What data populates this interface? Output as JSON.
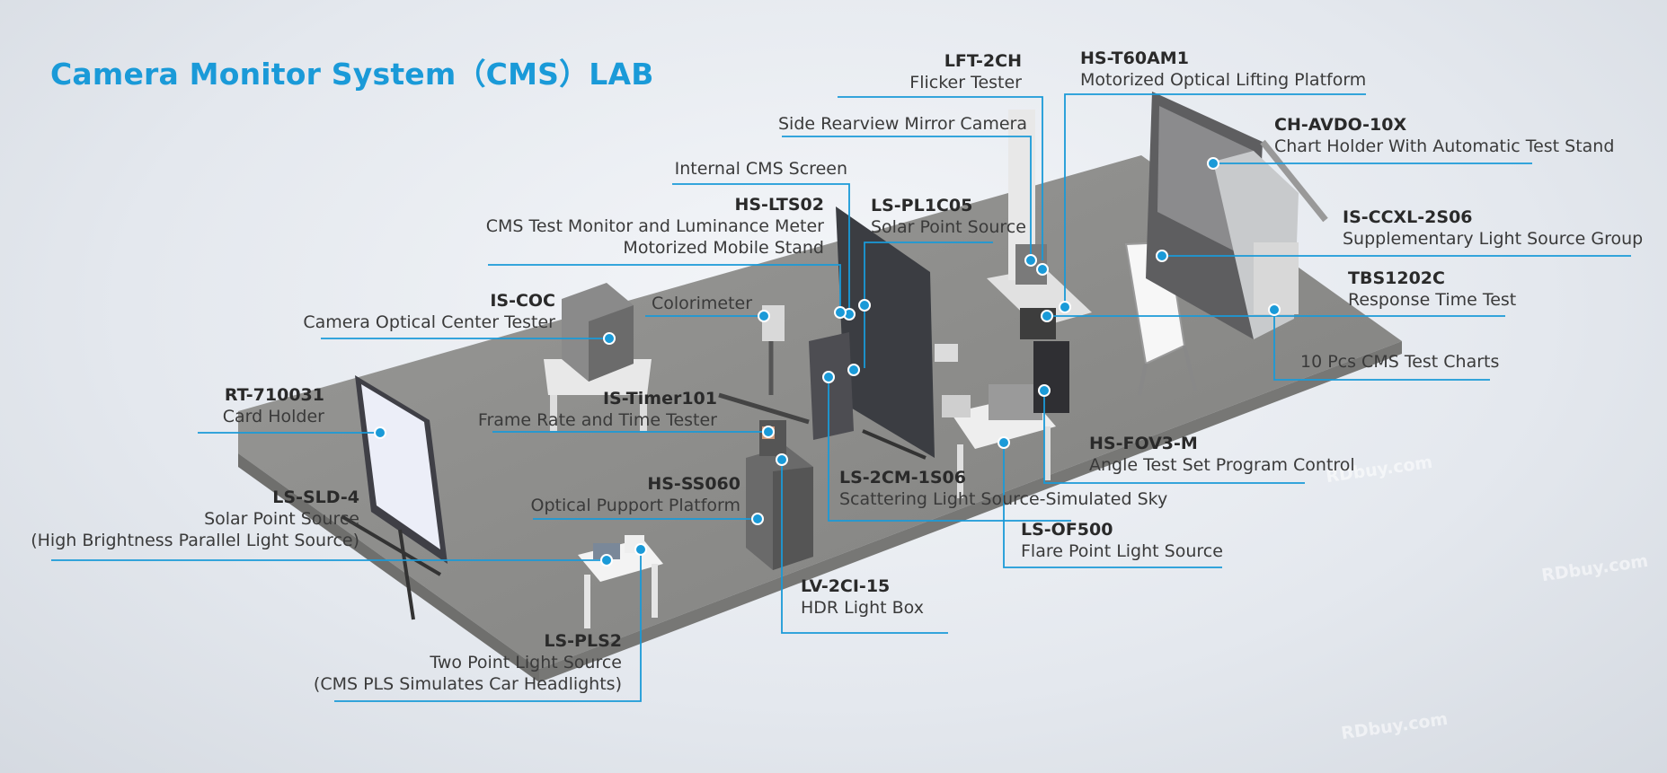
{
  "title": "Camera Monitor System（CMS）LAB",
  "colors": {
    "accent": "#1a9ad8",
    "floor": "#8c8c8a",
    "text": "#333333"
  },
  "watermark": "RDbuy.com",
  "labels": {
    "lft2ch": {
      "code": "LFT-2CH",
      "desc": "Flicker Tester"
    },
    "hst60": {
      "code": "HS-T60AM1",
      "desc": "Motorized Optical Lifting Platform"
    },
    "side": {
      "desc": "Side Rearview Mirror Camera"
    },
    "chavdo": {
      "code": "CH-AVDO-10X",
      "desc": "Chart Holder With Automatic Test Stand"
    },
    "internal": {
      "desc": "Internal CMS Screen"
    },
    "hslts": {
      "code": "HS-LTS02",
      "desc1": "CMS Test Monitor and Luminance Meter",
      "desc2": "Motorized Mobile Stand"
    },
    "lspl1c": {
      "code": "LS-PL1C05",
      "desc": "Solar Point Source"
    },
    "isccxl": {
      "code": "IS-CCXL-2S06",
      "desc": "Supplementary Light Source Group"
    },
    "tbs": {
      "code": "TBS1202C",
      "desc": "Response Time Test"
    },
    "iscoc": {
      "code": "IS-COC",
      "desc": "Camera Optical Center Tester"
    },
    "colori": {
      "desc": "Colorimeter"
    },
    "charts": {
      "desc": "10  Pcs  CMS Test Charts"
    },
    "rt": {
      "code": "RT-710031",
      "desc": "Card Holder"
    },
    "timer": {
      "code": "IS-Timer101",
      "desc": "Frame Rate and Time Tester"
    },
    "fov": {
      "code": "HS-FOV3-M",
      "desc": "Angle Test Set Program Control"
    },
    "ls2cm": {
      "code": "LS-2CM-1S06",
      "desc": "Scattering Light Source-Simulated Sky"
    },
    "hsss": {
      "code": "HS-SS060",
      "desc": "Optical Pupport Platform"
    },
    "lssld": {
      "code": "LS-SLD-4",
      "desc1": "Solar Point Source",
      "desc2": "(High Brightness Parallel Light Source)"
    },
    "lsof": {
      "code": "LS-OF500",
      "desc": "Flare Point Light Source"
    },
    "lv2ci": {
      "code": "LV-2CI-15",
      "desc": "HDR Light Box"
    },
    "lspls": {
      "code": "LS-PLS2",
      "desc1": "Two Point Light Source",
      "desc2": "(CMS PLS Simulates Car Headlights)"
    }
  }
}
